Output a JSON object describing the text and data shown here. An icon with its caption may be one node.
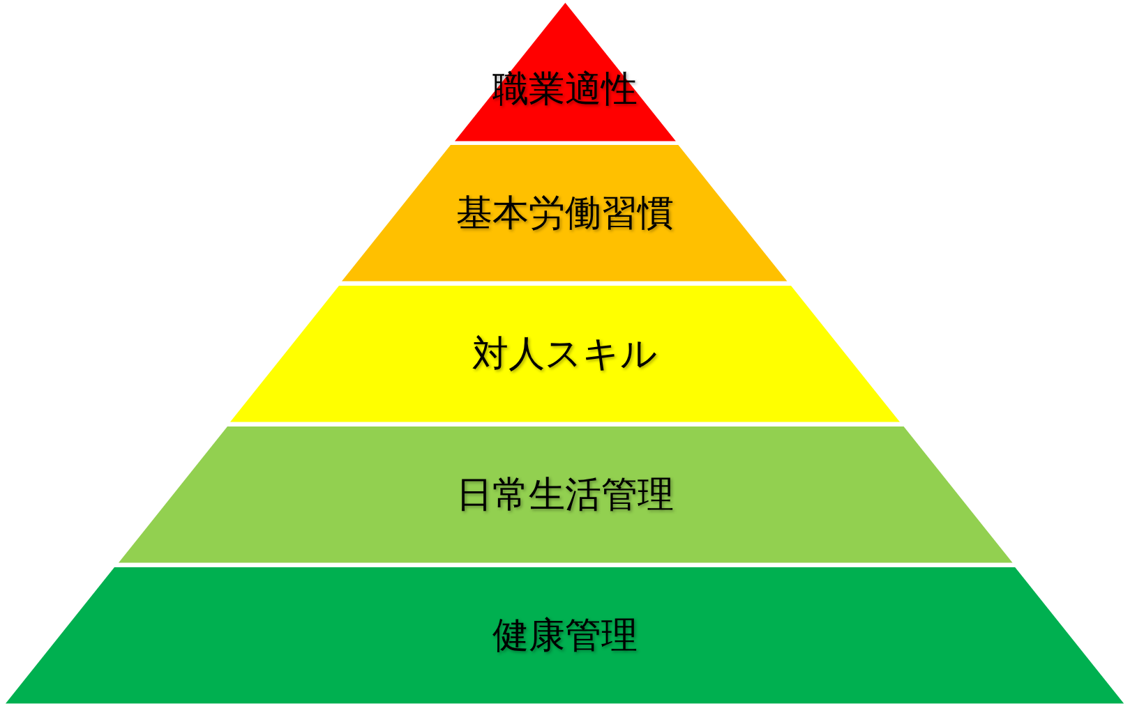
{
  "diagram": {
    "nodes": [
      {
        "text": [
          "職業適性"
        ]
      },
      {
        "text": [
          "基本労働習慣"
        ]
      },
      {
        "text": [
          "対人スキル"
        ]
      },
      {
        "text": [
          "日常生活管理"
        ]
      },
      {
        "text": [
          "健康管理"
        ]
      }
    ]
  }
}
